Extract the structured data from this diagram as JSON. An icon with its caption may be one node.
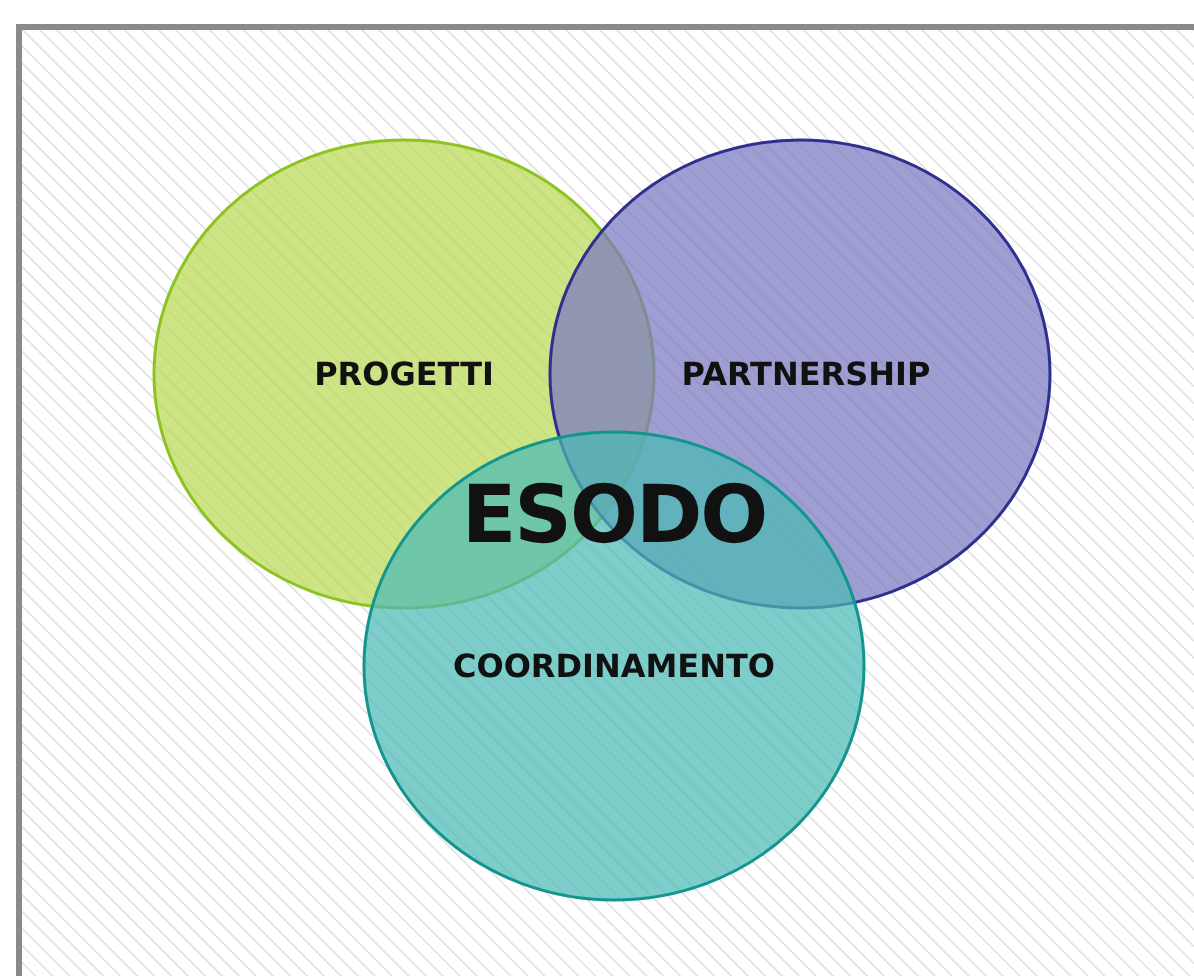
{
  "diagram": {
    "nodes": [
      {
        "text": [
          "PROGETTI"
        ]
      },
      {
        "text": [
          "PARTNERSHIP"
        ]
      },
      {
        "text": [
          "COORDINAMENTO"
        ]
      }
    ],
    "labels": [
      "ESODO"
    ]
  }
}
